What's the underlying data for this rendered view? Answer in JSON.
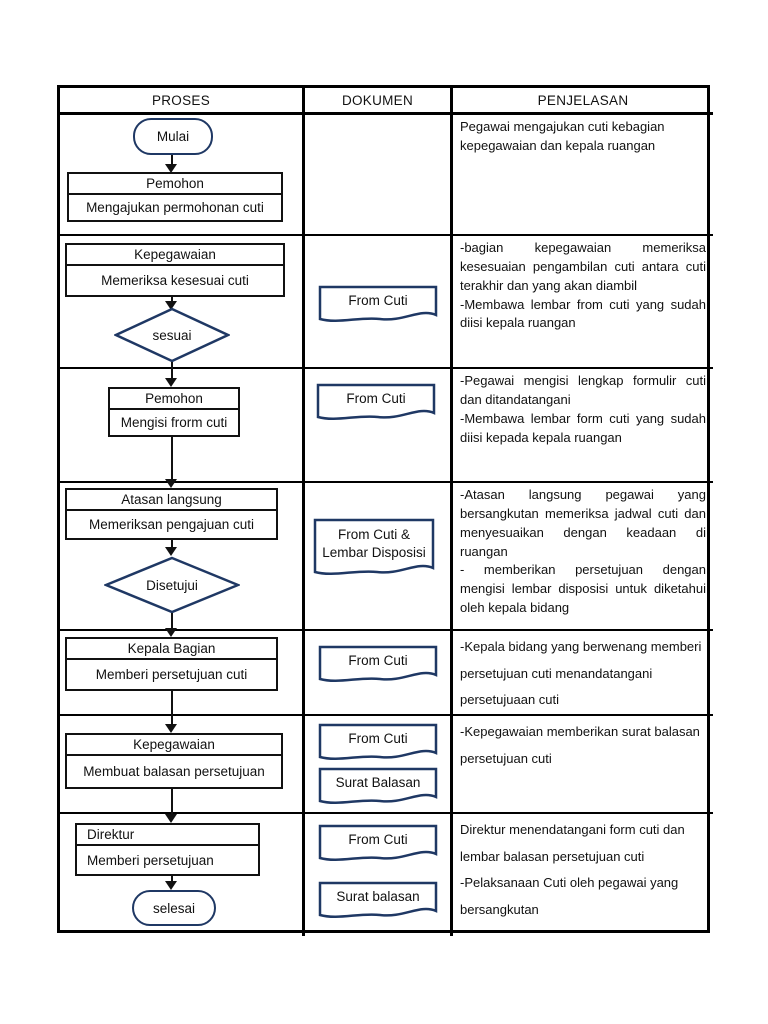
{
  "table": {
    "headers": [
      "PROSES",
      "DOKUMEN",
      "PENJELASAN"
    ]
  },
  "flowchart": {
    "terminator_start": "Mulai",
    "terminator_end": "selesai",
    "step1_title": "Pemohon",
    "step1_desc": "Mengajukan permohonan cuti",
    "step2_title": "Kepegawaian",
    "step2_desc": "Memeriksa kesesuai cuti",
    "decision1": "sesuai",
    "step3_title": "Pemohon",
    "step3_desc": "Mengisi frorm cuti",
    "step4_title": "Atasan langsung",
    "step4_desc": "Memeriksan pengajuan cuti",
    "decision2": "Disetujui",
    "step5_title": "Kepala Bagian",
    "step5_desc": "Memberi persetujuan cuti",
    "step6_title": "Kepegawaian",
    "step6_desc": "Membuat balasan persetujuan",
    "step7_title": "Direktur",
    "step7_desc": "Memberi persetujuan"
  },
  "documents": {
    "doc_row2": "From Cuti",
    "doc_row3": "From Cuti",
    "doc_row4": "From Cuti & Lembar Disposisi",
    "doc_row5": "From Cuti",
    "doc_row6a": "From Cuti",
    "doc_row6b": "Surat Balasan",
    "doc_row7a": "From Cuti",
    "doc_row7b": "Surat balasan"
  },
  "explanations": {
    "row1": "Pegawai mengajukan cuti kebagian kepegawaian dan kepala ruangan",
    "row2a": "-bagian kepegawaian memeriksa kesesuaian pengambilan cuti antara cuti terakhir dan yang akan diambil",
    "row2b": "-Membawa lembar from cuti yang sudah diisi kepala ruangan",
    "row3a": "-Pegawai mengisi lengkap formulir cuti dan ditandatangani",
    "row3b": "-Membawa lembar form cuti yang sudah diisi kepada kepala ruangan",
    "row4a": "-Atasan langsung pegawai yang bersangkutan memeriksa jadwal cuti dan menyesuaikan dengan keadaan di ruangan",
    "row4b": "- memberikan persetujuan dengan mengisi lembar disposisi untuk diketahui oleh kepala bidang",
    "row5": "-Kepala bidang yang berwenang memberi persetujuan cuti menandatangani persetujuaan cuti",
    "row6": "-Kepegawaian memberikan surat balasan persetujuan cuti",
    "row7a": "Direktur menendatangani form cuti dan lembar balasan persetujuan cuti",
    "row7b": "-Pelaksanaan Cuti  oleh pegawai yang bersangkutan"
  },
  "colors": {
    "shape_border": "#1f3864",
    "table_border": "#000000",
    "connector": "#111111",
    "background": "#ffffff"
  }
}
